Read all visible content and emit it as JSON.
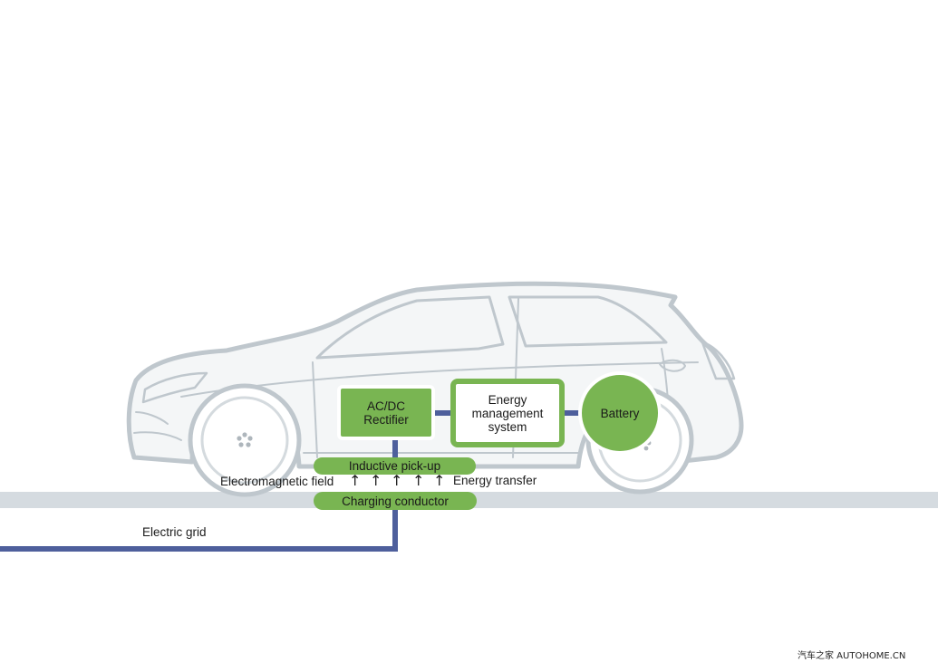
{
  "diagram": {
    "components": {
      "rectifier": "AC/DC\nRectifier",
      "energy_management": "Energy\nmanagement\nsystem",
      "battery": "Battery",
      "pickup": "Inductive pick-up",
      "conductor": "Charging conductor"
    },
    "labels": {
      "electromagnetic_field": "Electromagnetic field",
      "energy_transfer": "Energy transfer",
      "electric_grid": "Electric grid"
    },
    "arrow_glyph": "↑",
    "arrow_count": 5
  },
  "watermark": "汽车之家 AUTOHOME.CN",
  "colors": {
    "green": "#79b552",
    "wire": "#4e5f9c",
    "road": "#d5dbe0",
    "car_outline": "#bfc7cd",
    "car_body": "#f4f6f7"
  }
}
